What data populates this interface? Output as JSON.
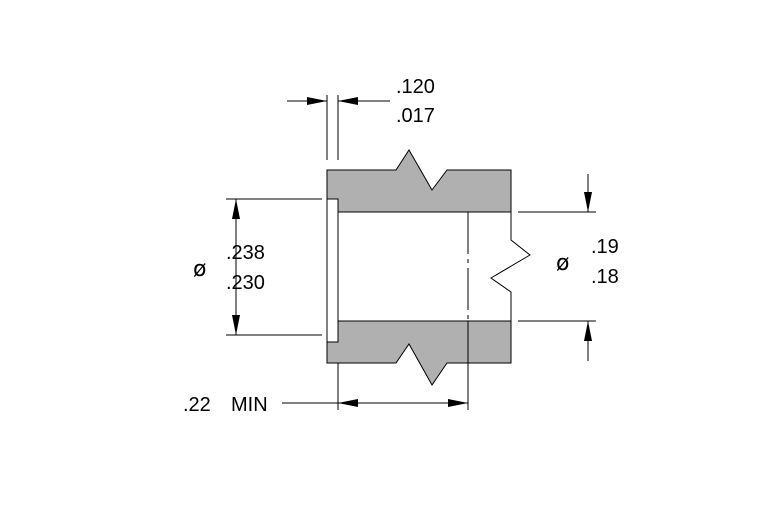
{
  "drawing": {
    "groove_width": {
      "upper": ".120",
      "lower": ".017"
    },
    "groove_diameter": {
      "symbol": "ø",
      "upper": ".238",
      "lower": ".230"
    },
    "bore_diameter": {
      "symbol": "ø",
      "upper": ".19",
      "lower": ".18"
    },
    "groove_depth": {
      "value": ".22",
      "qualifier": "MIN"
    },
    "colors": {
      "section_fill": "#b0b0b0",
      "line": "#000000"
    }
  }
}
